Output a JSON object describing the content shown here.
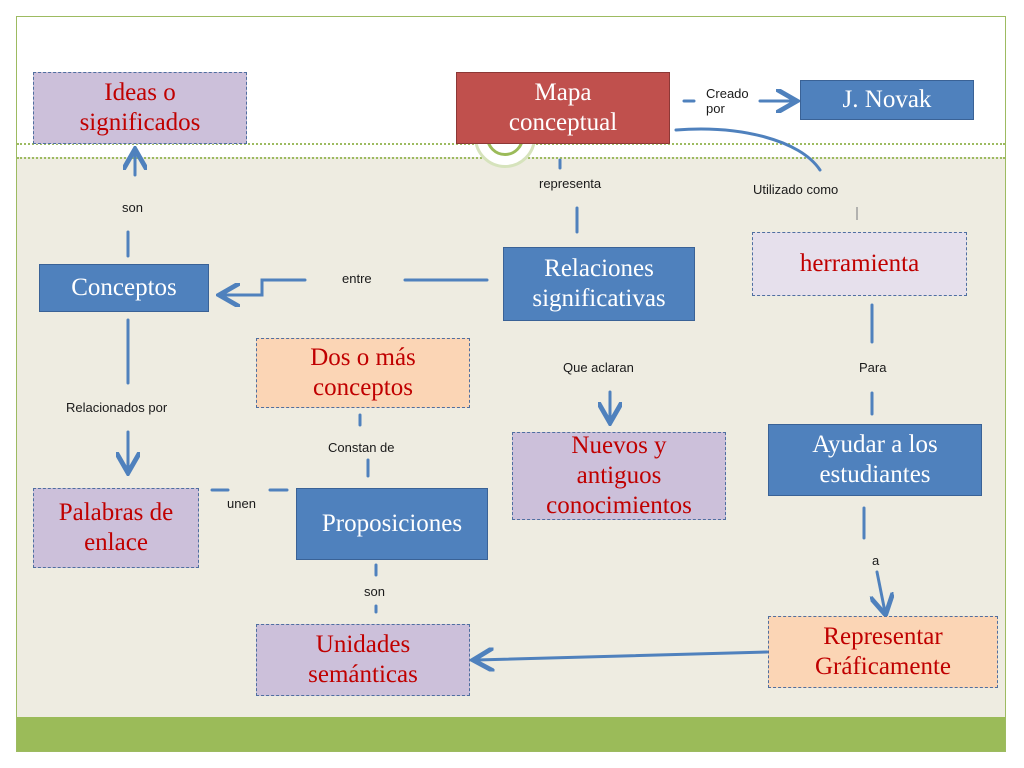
{
  "nodes": {
    "mapa_conceptual": "Mapa conceptual",
    "j_novak": "J. Novak",
    "ideas_significados": "Ideas o significados",
    "conceptos": "Conceptos",
    "relaciones_significativas": "Relaciones significativas",
    "herramienta": "herramienta",
    "dos_o_mas_conceptos": "Dos o más conceptos",
    "nuevos_antiguos": "Nuevos y antiguos conocimientos",
    "ayudar_estudiantes": "Ayudar a los estudiantes",
    "palabras_enlace": "Palabras de enlace",
    "proposiciones": "Proposiciones",
    "unidades_semanticas": "Unidades semánticas",
    "representar_graficamente": "Representar Gráficamente"
  },
  "labels": {
    "creado_por": "Creado por",
    "representa": "representa",
    "utilizado_como": "Utilizado como",
    "son_1": "son",
    "entre": "entre",
    "que_aclaran": "Que aclaran",
    "para": "Para",
    "relacionados_por": "Relacionados por",
    "constan_de": "Constan de",
    "unen": "unen",
    "a": "a",
    "son_2": "son"
  },
  "colors": {
    "node_blue": "#4f81bd",
    "node_red": "#c0504d",
    "node_lavender": "#ccc0da",
    "node_peach": "#fbd5b5",
    "text_red": "#c00000",
    "connector": "#4f81bd",
    "footer_green": "#9bbb59",
    "background_lower": "#eeece1"
  }
}
